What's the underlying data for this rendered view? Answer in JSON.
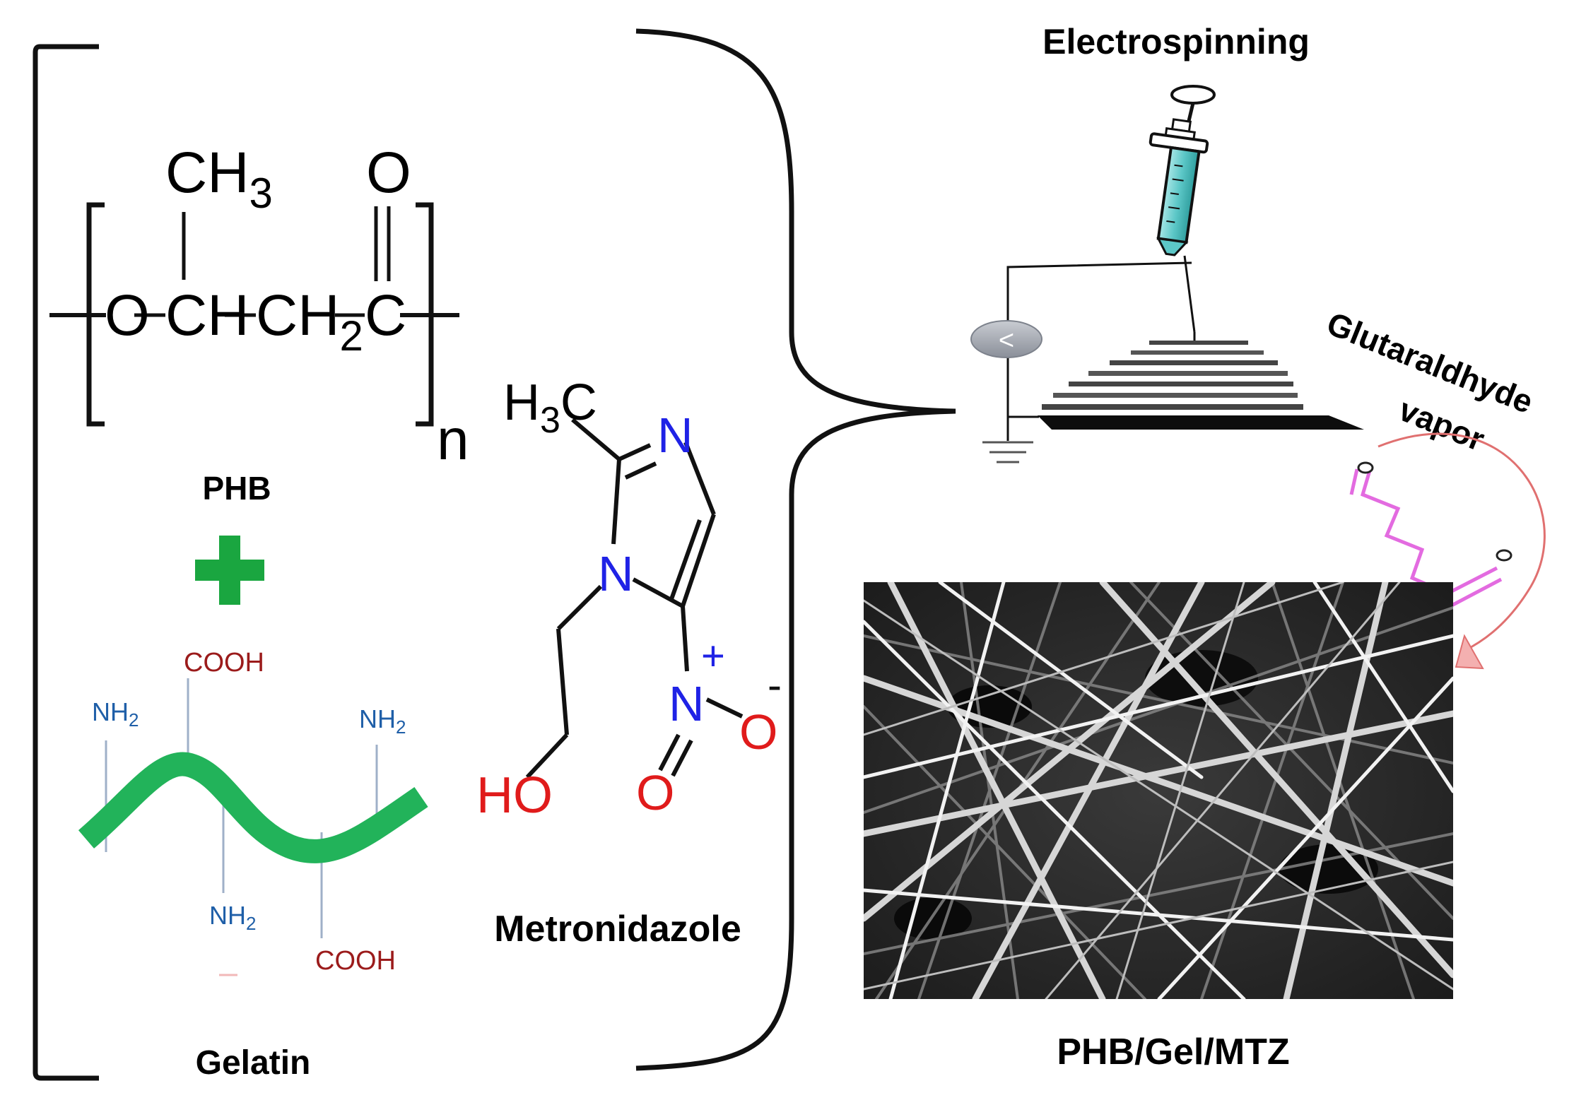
{
  "phb": {
    "ch3": "CH",
    "ch3_sub": "3",
    "o_carbonyl": "O",
    "o_chain": "O",
    "ch": "CH",
    "ch2": "CH",
    "ch2_sub": "2",
    "c": "C",
    "n": "n",
    "label": "PHB"
  },
  "plus_color": "#1aa640",
  "gelatin": {
    "label": "Gelatin",
    "nh2_top_left": "NH",
    "nh2_top_right": "NH",
    "nh2_bottom": "NH",
    "sub2": "2",
    "cooh_top": "COOH",
    "cooh_bottom": "COOH",
    "strand_color": "#22b35a",
    "nh2_color": "#1f5fa8",
    "cooh_color": "#9b1b1b"
  },
  "metronidazole": {
    "label": "Metronidazole",
    "h3c": "H",
    "h3c_sub": "3",
    "h3c_c": "C",
    "n_top": "N",
    "n_left": "N",
    "n_nitro": "N",
    "plus": "+",
    "o_minus": "O",
    "minus": "-",
    "o_double": "O",
    "ho": "HO",
    "n_color": "#1f22e6",
    "o_color": "#e01b1b"
  },
  "electrospinning": {
    "label": "Electrospinning",
    "voltage_symbol": "<"
  },
  "crosslinker": {
    "line1": "Glutaraldhyde",
    "line2": "vapor",
    "molecule_color": "#e36be0",
    "arrow_color": "#e07070"
  },
  "product": {
    "label": "PHB/Gel/MTZ"
  }
}
